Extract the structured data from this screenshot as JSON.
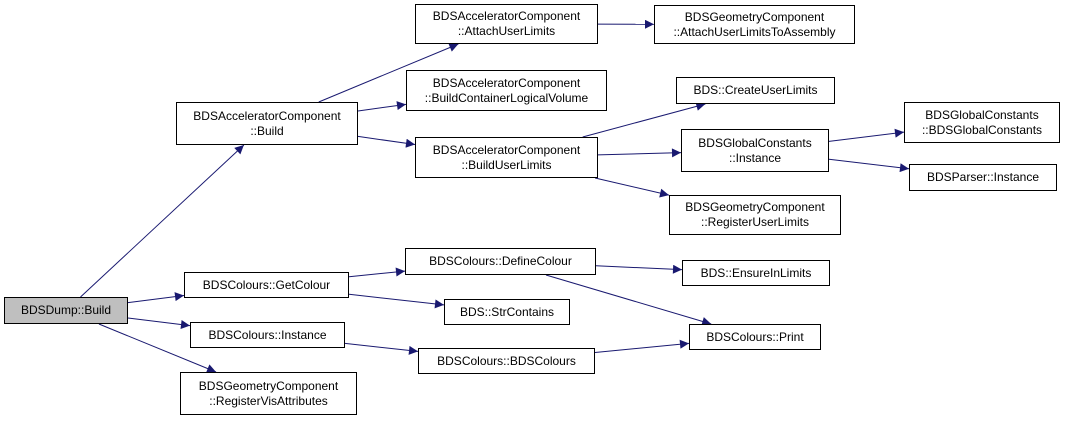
{
  "graph": {
    "edge_color": "#191970",
    "root_fill": "#bfbfbf",
    "nodes": {
      "dump_build": {
        "lines": [
          "BDSDump::Build"
        ]
      },
      "acc_build": {
        "lines": [
          "BDSAcceleratorComponent",
          "::Build"
        ]
      },
      "colours_getcolour": {
        "lines": [
          "BDSColours::GetColour"
        ]
      },
      "colours_instance": {
        "lines": [
          "BDSColours::Instance"
        ]
      },
      "geom_registervis": {
        "lines": [
          "BDSGeometryComponent",
          "::RegisterVisAttributes"
        ]
      },
      "acc_attachuserlimits": {
        "lines": [
          "BDSAcceleratorComponent",
          "::AttachUserLimits"
        ]
      },
      "acc_buildcontainer": {
        "lines": [
          "BDSAcceleratorComponent",
          "::BuildContainerLogicalVolume"
        ]
      },
      "acc_builduserlimits": {
        "lines": [
          "BDSAcceleratorComponent",
          "::BuildUserLimits"
        ]
      },
      "geom_attachtoassembly": {
        "lines": [
          "BDSGeometryComponent",
          "::AttachUserLimitsToAssembly"
        ]
      },
      "bds_createuserlimits": {
        "lines": [
          "BDS::CreateUserLimits"
        ]
      },
      "globalconst_instance": {
        "lines": [
          "BDSGlobalConstants",
          "::Instance"
        ]
      },
      "geom_registeruserlimits": {
        "lines": [
          "BDSGeometryComponent",
          "::RegisterUserLimits"
        ]
      },
      "globalconst_ctor": {
        "lines": [
          "BDSGlobalConstants",
          "::BDSGlobalConstants"
        ]
      },
      "parser_instance": {
        "lines": [
          "BDSParser::Instance"
        ]
      },
      "colours_definecolour": {
        "lines": [
          "BDSColours::DefineColour"
        ]
      },
      "bds_strcontains": {
        "lines": [
          "BDS::StrContains"
        ]
      },
      "colours_ctor": {
        "lines": [
          "BDSColours::BDSColours"
        ]
      },
      "bds_ensureinlimits": {
        "lines": [
          "BDS::EnsureInLimits"
        ]
      },
      "colours_print": {
        "lines": [
          "BDSColours::Print"
        ]
      }
    },
    "edges": [
      [
        "dump_build",
        "acc_build"
      ],
      [
        "dump_build",
        "colours_getcolour"
      ],
      [
        "dump_build",
        "colours_instance"
      ],
      [
        "dump_build",
        "geom_registervis"
      ],
      [
        "acc_build",
        "acc_attachuserlimits"
      ],
      [
        "acc_build",
        "acc_buildcontainer"
      ],
      [
        "acc_build",
        "acc_builduserlimits"
      ],
      [
        "acc_attachuserlimits",
        "geom_attachtoassembly"
      ],
      [
        "acc_builduserlimits",
        "bds_createuserlimits"
      ],
      [
        "acc_builduserlimits",
        "globalconst_instance"
      ],
      [
        "acc_builduserlimits",
        "geom_registeruserlimits"
      ],
      [
        "globalconst_instance",
        "globalconst_ctor"
      ],
      [
        "globalconst_instance",
        "parser_instance"
      ],
      [
        "colours_getcolour",
        "colours_definecolour"
      ],
      [
        "colours_getcolour",
        "bds_strcontains"
      ],
      [
        "colours_definecolour",
        "bds_ensureinlimits"
      ],
      [
        "colours_definecolour",
        "colours_print"
      ],
      [
        "colours_instance",
        "colours_ctor"
      ],
      [
        "colours_ctor",
        "colours_print"
      ]
    ]
  }
}
